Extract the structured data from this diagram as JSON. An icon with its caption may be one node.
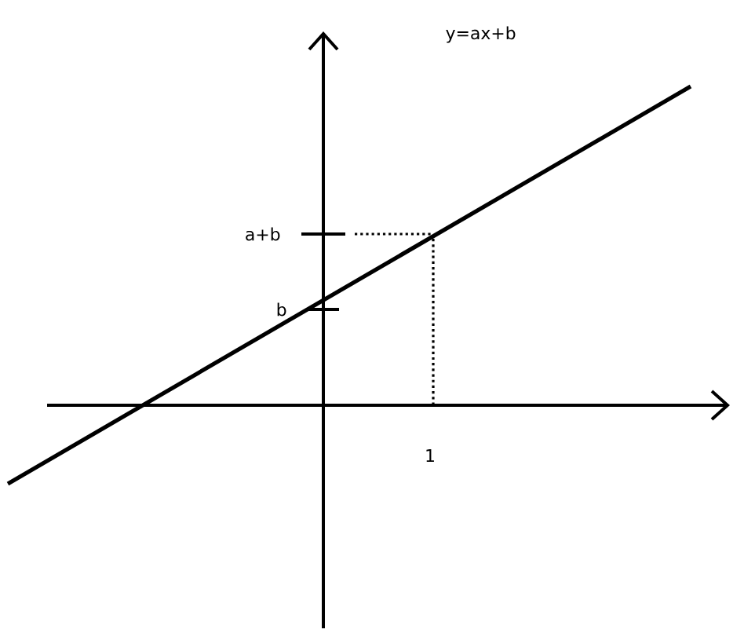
{
  "diagram": {
    "labels": [
      "y=ax+b",
      "a+b",
      "b",
      "1"
    ]
  }
}
